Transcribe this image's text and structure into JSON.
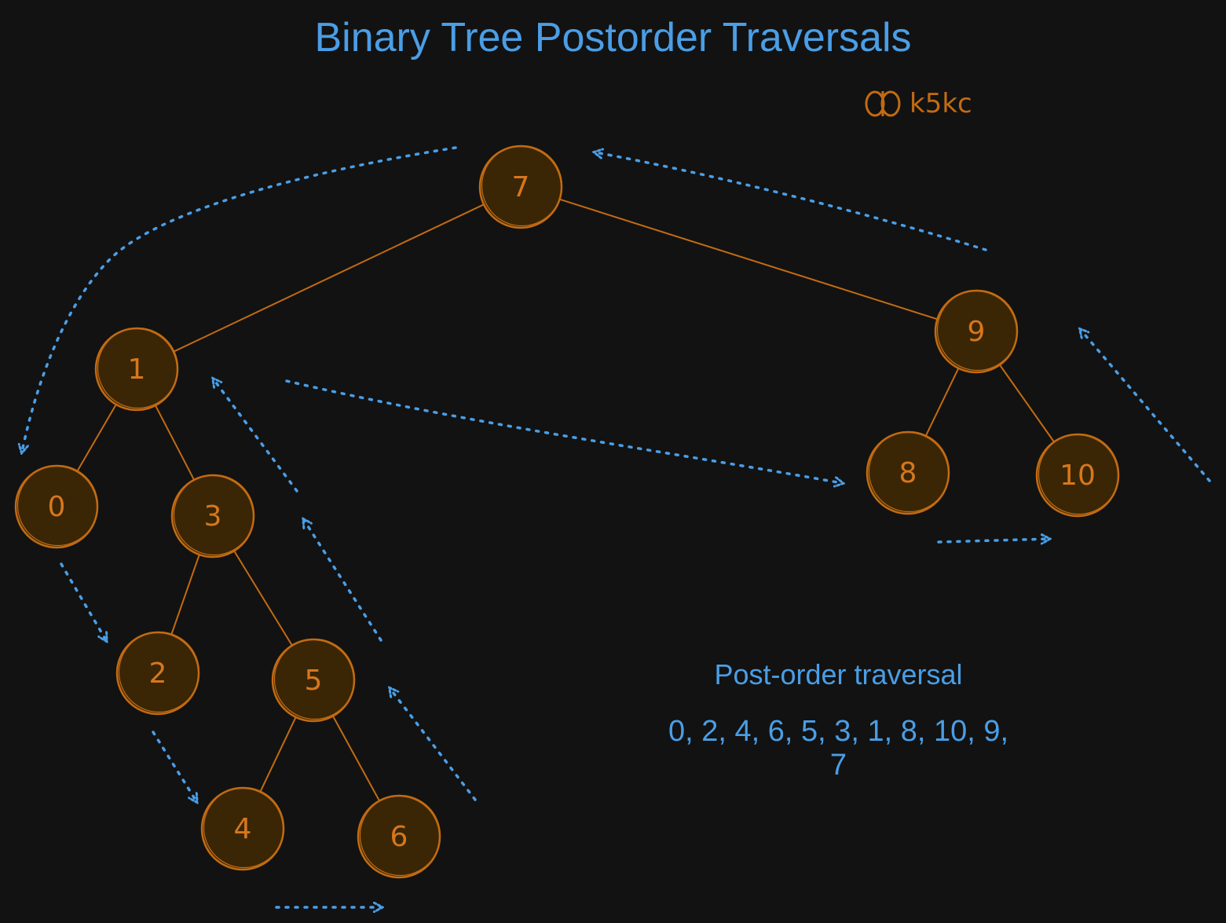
{
  "title": "Binary Tree Postorder Traversals",
  "watermark": {
    "text": "k5kc",
    "icon": "butterfly-logo-icon"
  },
  "colors": {
    "background": "#121212",
    "accent_blue": "#4a9ee6",
    "node_fill": "#3a2605",
    "node_stroke": "#c26b12",
    "edge": "#c26b12"
  },
  "tree": {
    "root": "7",
    "nodes": [
      "7",
      "1",
      "9",
      "0",
      "3",
      "8",
      "10",
      "2",
      "5",
      "4",
      "6"
    ],
    "edges": [
      [
        "7",
        "1"
      ],
      [
        "7",
        "9"
      ],
      [
        "1",
        "0"
      ],
      [
        "1",
        "3"
      ],
      [
        "3",
        "2"
      ],
      [
        "3",
        "5"
      ],
      [
        "5",
        "4"
      ],
      [
        "5",
        "6"
      ],
      [
        "9",
        "8"
      ],
      [
        "9",
        "10"
      ]
    ]
  },
  "caption": {
    "title": "Post-order traversal",
    "sequence": "0, 2, 4, 6, 5, 3, 1, 8, 10, 9, 7"
  }
}
